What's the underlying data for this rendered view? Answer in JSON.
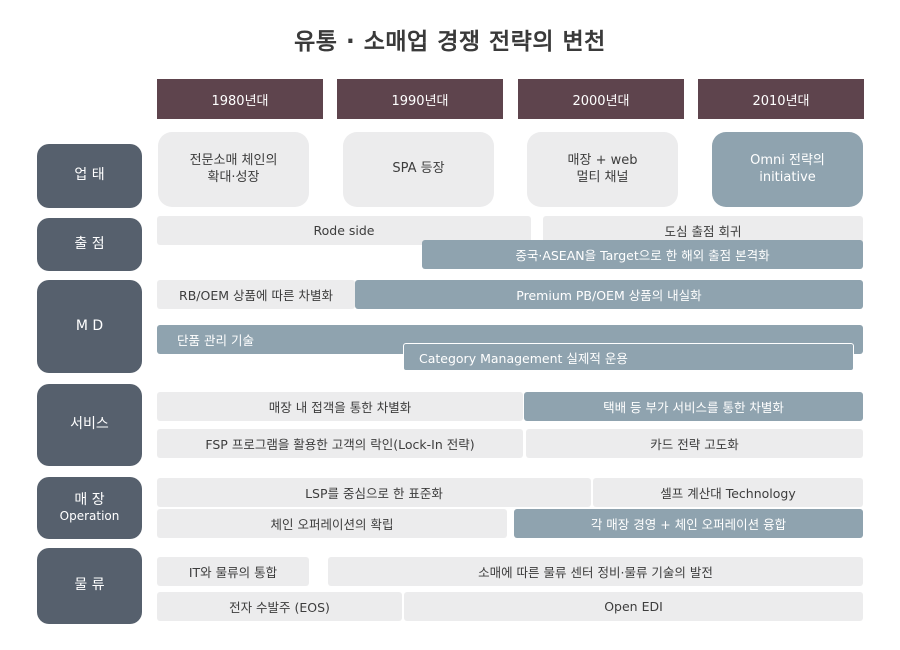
{
  "title": "유통 · 소매업 경쟁 전략의 변천",
  "eras": [
    "1980년대",
    "1990년대",
    "2000년대",
    "2010년대"
  ],
  "categories": {
    "format": "업 태",
    "store_opening": "출 점",
    "md": "M D",
    "service": "서비스",
    "store": "매 장",
    "store_sub": "Operation",
    "logistics": "물 류"
  },
  "format_items": [
    "전문소매 체인의\n확대·성장",
    "SPA 등장",
    "매장 + web\n멀티 채널",
    "Omni 전략의\ninitiative"
  ],
  "store_opening_items": {
    "roadside": "Rode side",
    "urban_return": "도심 출점 회귀",
    "overseas": "중국·ASEAN을 Target으로 한 해외 출점 본격화"
  },
  "md_items": {
    "rb_oem": "RB/OEM 상품에 따른 차별화",
    "premium_pb": "Premium PB/OEM 상품의 내실화",
    "single_item": "단품 관리 기술",
    "category_mgmt": "Category Management 실제적 운용"
  },
  "service_items": {
    "customer_contact": "매장 내 접객을 통한 차별화",
    "delivery": "택배 등 부가 서비스를 통한 차별화",
    "fsp": "FSP 프로그램을 활용한 고객의 락인(Lock-In 전략)",
    "card": "카드 전략 고도화"
  },
  "store_items": {
    "lsp": "LSP를 중심으로 한 표준화",
    "self_checkout": "셀프 계산대 Technology",
    "chain_ops": "체인 오퍼레이션의 확립",
    "fusion": "각 매장 경영 + 체인 오퍼레이션 융합"
  },
  "logistics_items": {
    "it_integration": "IT와 물류의 통합",
    "logistics_center": "소매에 따른 물류 센터 정비·물류 기술의 발전",
    "eos": "전자 수발주 (EOS)",
    "edi": "Open EDI"
  },
  "colors": {
    "era_header": "#5e444d",
    "category": "#56606d",
    "light_bar": "#ececed",
    "accent_bar": "#8fa3af"
  }
}
